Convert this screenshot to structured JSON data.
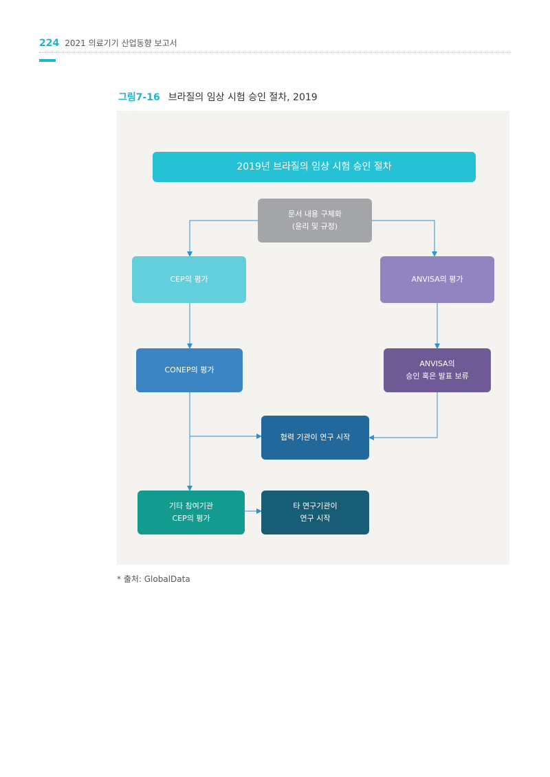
{
  "header": {
    "page_number": "224",
    "publication": "2021 의료기기 산업동향 보고서"
  },
  "figure": {
    "number": "그림7-16",
    "title": "브라질의 임상 시험 승인 절차, 2019"
  },
  "flowchart": {
    "title": "2019년 브라질의 임상 시험 승인 절차",
    "document": {
      "line1": "문서 내용 구체화",
      "line2": "(윤리 및 규정)"
    },
    "cep_eval": "CEP의 평가",
    "anvisa_eval": "ANVISA의 평가",
    "conep_eval": "CONEP의 평가",
    "anvisa_decision": {
      "line1": "ANVISA의",
      "line2": "승인 혹은 발표 보류"
    },
    "study_start": "협력 기관이 연구 시작",
    "other_cep": {
      "line1": "기타 참여기관",
      "line2": "CEP의 평가"
    },
    "other_start": {
      "line1": "타 연구기관이",
      "line2": "연구 시작"
    }
  },
  "colors": {
    "accent": "#1cb6c8",
    "title_box": "#26c1d5",
    "document": "#a3a5a8",
    "cep": "#63cfdc",
    "anvisa": "#9184c1",
    "conep": "#3b86c2",
    "anvisa_decision": "#6f5a95",
    "study_start": "#22689a",
    "other_cep": "#129b8e",
    "other_start": "#165d75",
    "arrow": "#2b93cf"
  },
  "source": "* 출처: GlobalData"
}
